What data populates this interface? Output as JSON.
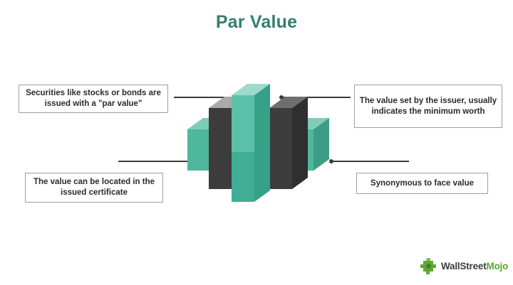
{
  "page": {
    "title": "Par Value",
    "background": "#ffffff",
    "title_color": "#31806e"
  },
  "callouts": [
    {
      "id": "top-left",
      "lines": [
        "Securities like stocks or bonds",
        "are issued with a \"par value\""
      ],
      "text": "Securities like stocks or bonds are issued with a \"par value\""
    },
    {
      "id": "top-right",
      "lines": [
        "The value set by the issuer,",
        "usually indicates the minimum",
        "worth"
      ],
      "text": "The value set by the issuer, usually indicates the minimum worth"
    },
    {
      "id": "bottom-left",
      "lines": [
        "The value can be located in",
        "the issued certificate"
      ],
      "text": "The value can be located in the issued certificate"
    },
    {
      "id": "bottom-right",
      "lines": [
        "Synonymous to face value"
      ],
      "text": "Synonymous to face value"
    }
  ],
  "graphic": {
    "name": "stacked-3d-blocks",
    "description": "Five overlapping 3D rectangular blocks, alternating teal and gray, centered between the callouts",
    "blocks": [
      {
        "order": 1,
        "color": "teal",
        "height": "small",
        "front": "#4fb79c",
        "top": "#7fcdb8",
        "side": "#3d9c85"
      },
      {
        "order": 2,
        "color": "gray",
        "height": "medium",
        "front": "#3c3c3c",
        "top": "#a9a9a9",
        "side": "#2f2f2f"
      },
      {
        "order": 3,
        "color": "teal",
        "height": "tall",
        "front": "#4fb79c",
        "top": "#9fd9ce",
        "side": "#3d9c85"
      },
      {
        "order": 4,
        "color": "dark-gray",
        "height": "medium",
        "front": "#3c3c3c",
        "top": "#6e6e6e",
        "side": "#2f2f2f"
      },
      {
        "order": 5,
        "color": "teal",
        "height": "small",
        "front": "#4fb79c",
        "top": "#7fcdb8",
        "side": "#3d9c85"
      }
    ]
  },
  "connectors": {
    "line_color": "#3a3a3a",
    "items": [
      {
        "id": "top-left-connector",
        "from": "top-left callout",
        "to": "graphic"
      },
      {
        "id": "top-right-connector",
        "from": "graphic",
        "to": "top-right callout"
      },
      {
        "id": "bottom-left-connector",
        "from": "bottom-left callout",
        "to": "graphic"
      },
      {
        "id": "bottom-right-connector",
        "from": "graphic",
        "to": "bottom-right callout"
      }
    ]
  },
  "logo": {
    "icon": "wallstreetmojo-cross-icon",
    "word_primary": "WallStreet",
    "word_accent": "Mojo",
    "primary_color": "#3d3d3d",
    "accent_color": "#5ba832"
  }
}
